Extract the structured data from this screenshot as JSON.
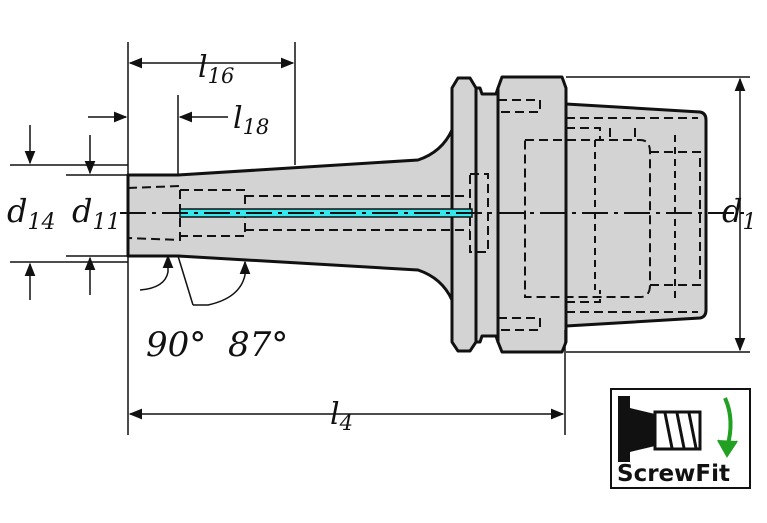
{
  "dimensions": {
    "l16": {
      "main": "l",
      "sub": "16"
    },
    "l18": {
      "main": "l",
      "sub": "18"
    },
    "l4": {
      "main": "l",
      "sub": "4"
    },
    "d14": {
      "main": "d",
      "sub": "14"
    },
    "d11": {
      "main": "d",
      "sub": "11"
    },
    "d1": {
      "main": "d",
      "sub": "1"
    }
  },
  "angles": [
    "90°",
    "87°"
  ],
  "logo": {
    "text": "ScrewFit"
  },
  "colors": {
    "body": "#d3d3d3",
    "line": "#111111",
    "coolant": "#35e8ee",
    "logo_arrow": "#22a022"
  }
}
